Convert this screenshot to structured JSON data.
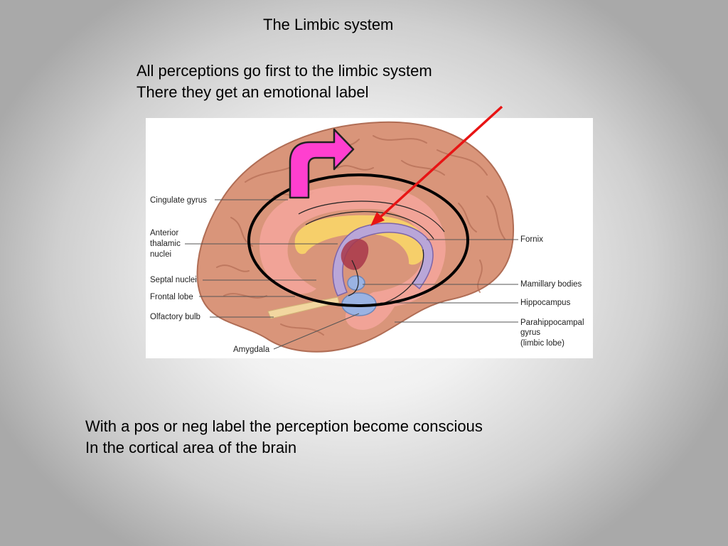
{
  "slide": {
    "title": "The Limbic system",
    "intro_lines": [
      "All perceptions go first to the limbic system",
      "There they get an emotional label"
    ],
    "conclusion_lines": [
      "With a pos or neg label the perception become conscious",
      "In the cortical area of the brain"
    ]
  },
  "figure": {
    "labels_left": {
      "cingulate_gyrus": "Cingulate gyrus",
      "anterior_thalamic_nuclei": [
        "Anterior",
        "thalamic",
        "nuclei"
      ],
      "septal_nuclei": "Septal nuclei",
      "frontal_lobe": "Frontal lobe",
      "olfactory_bulb": "Olfactory bulb",
      "amygdala": "Amygdala"
    },
    "labels_right": {
      "fornix": "Fornix",
      "mamillary_bodies": "Mamillary bodies",
      "hippocampus": "Hippocampus",
      "parahippocampal": [
        "Parahippocampal",
        "gyrus",
        "(limbic lobe)"
      ]
    }
  },
  "colors": {
    "magenta_arrow": "#ff3fcf",
    "red_arrow": "#e81414",
    "brain": "#d9957a",
    "limbic_ring": "#f3a49a",
    "cingulate": "#f6cf6a",
    "fornix": "#b9a6d8",
    "ellipse": "#000000"
  }
}
